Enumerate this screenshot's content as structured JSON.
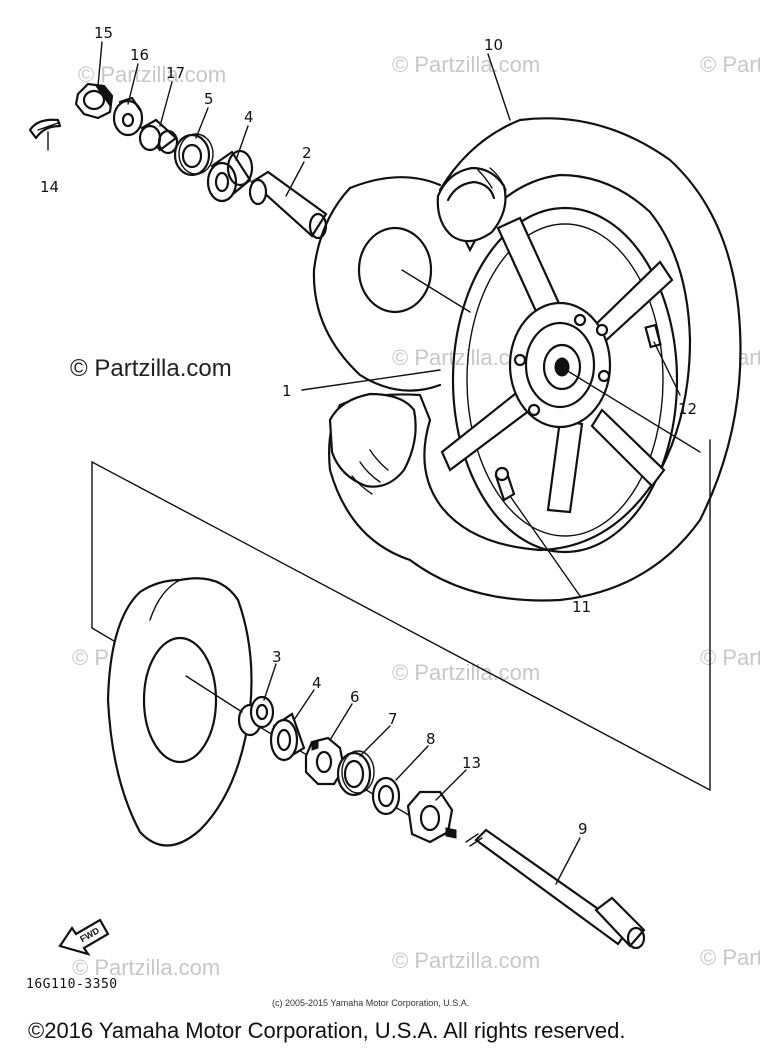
{
  "diagram": {
    "part_labels": [
      "1",
      "2",
      "3",
      "4",
      "4",
      "5",
      "6",
      "7",
      "8",
      "9",
      "10",
      "11",
      "12",
      "13",
      "14",
      "15",
      "16",
      "17"
    ],
    "drawing_code": "16G110-3350",
    "fwd_arrow_label": "FWD",
    "watermark_main": "© Partzilla.com",
    "watermark_repeat": "© Partzilla.com",
    "fine_print": "(c) 2005-2015 Yamaha Motor Corporation, U.S.A.",
    "copyright": "©2016 Yamaha Motor Corporation, U.S.A. All rights reserved."
  }
}
